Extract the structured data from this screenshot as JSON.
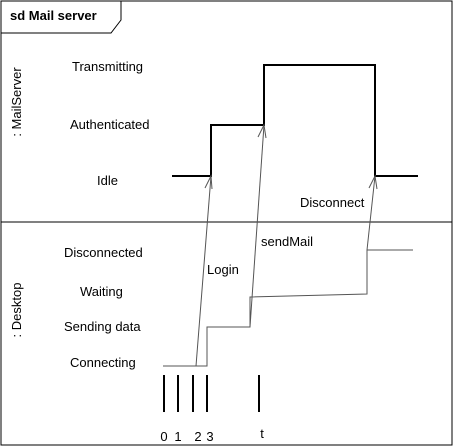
{
  "frame": {
    "title": "sd Mail server"
  },
  "lifelines": {
    "mailserver": {
      "name": ": MailServer",
      "states": [
        "Transmitting",
        "Authenticated",
        "Idle"
      ]
    },
    "desktop": {
      "name": ": Desktop",
      "states": [
        "Disconnected",
        "Waiting",
        "Sending data",
        "Connecting"
      ]
    }
  },
  "messages": {
    "login": "Login",
    "sendmail": "sendMail",
    "disconnect": "Disconnect"
  },
  "timeline": {
    "ticks": [
      "0",
      "1",
      "2",
      "3",
      "t"
    ]
  }
}
